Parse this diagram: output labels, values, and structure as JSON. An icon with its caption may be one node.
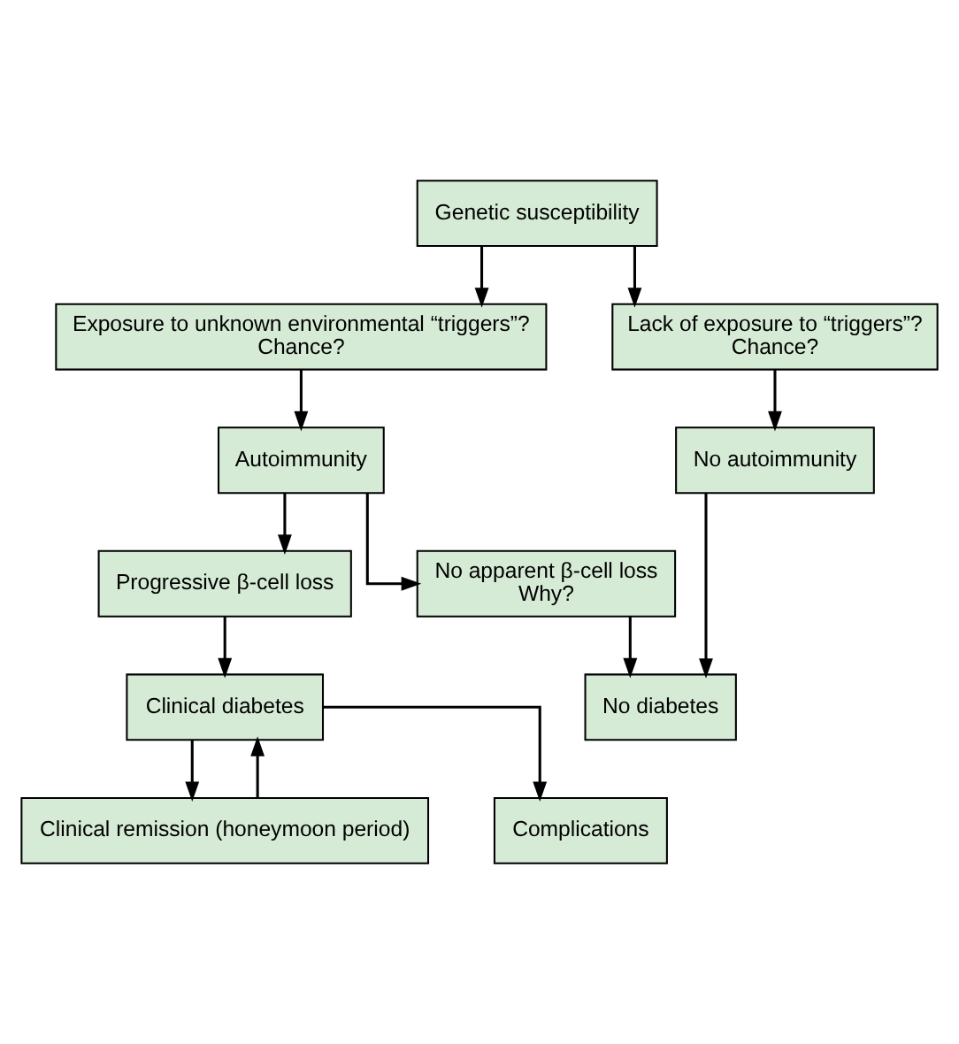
{
  "diagram": {
    "nodes": [
      {
        "text": [
          "Genetic susceptibility"
        ]
      },
      {
        "text": [
          "Exposure to unknown environmental “triggers”?",
          "Chance?"
        ]
      },
      {
        "text": [
          "Lack of exposure to “triggers”?",
          "Chance?"
        ]
      },
      {
        "text": [
          "Autoimmunity"
        ]
      },
      {
        "text": [
          "No autoimmunity"
        ]
      },
      {
        "text": [
          "Progressive β-cell loss"
        ]
      },
      {
        "text": [
          "No apparent β-cell loss",
          "Why?"
        ]
      },
      {
        "text": [
          "Clinical diabetes"
        ]
      },
      {
        "text": [
          "No diabetes"
        ]
      },
      {
        "text": [
          "Clinical remission (honeymoon period)"
        ]
      },
      {
        "text": [
          "Complications"
        ]
      }
    ],
    "edges": [
      {
        "from": 0,
        "to": 1,
        "arrow": "to"
      },
      {
        "from": 0,
        "to": 2,
        "arrow": "to"
      },
      {
        "from": 1,
        "to": 3,
        "arrow": "to"
      },
      {
        "from": 2,
        "to": 4,
        "arrow": "to"
      },
      {
        "from": 3,
        "to": 5,
        "arrow": "to"
      },
      {
        "from": 3,
        "to": 6,
        "arrow": "to"
      },
      {
        "from": 4,
        "to": 8,
        "arrow": "to"
      },
      {
        "from": 5,
        "to": 7,
        "arrow": "to"
      },
      {
        "from": 6,
        "to": 8,
        "arrow": "to"
      },
      {
        "from": 7,
        "to": 9,
        "arrow": "to"
      },
      {
        "from": 9,
        "to": 7,
        "arrow": "to"
      },
      {
        "from": 7,
        "to": 10,
        "arrow": "to"
      }
    ]
  }
}
